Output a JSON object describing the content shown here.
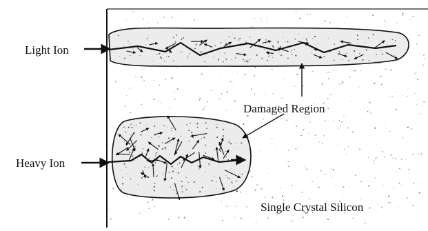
{
  "labels": {
    "light_ion": "Light Ion",
    "heavy_ion": "Heavy Ion",
    "damaged_region": "Damaged Region",
    "substrate": "Single Crystal Silicon"
  },
  "colors": {
    "ink": "#111111",
    "background": "#ffffff",
    "damage_fill": "#eeeeee"
  }
}
